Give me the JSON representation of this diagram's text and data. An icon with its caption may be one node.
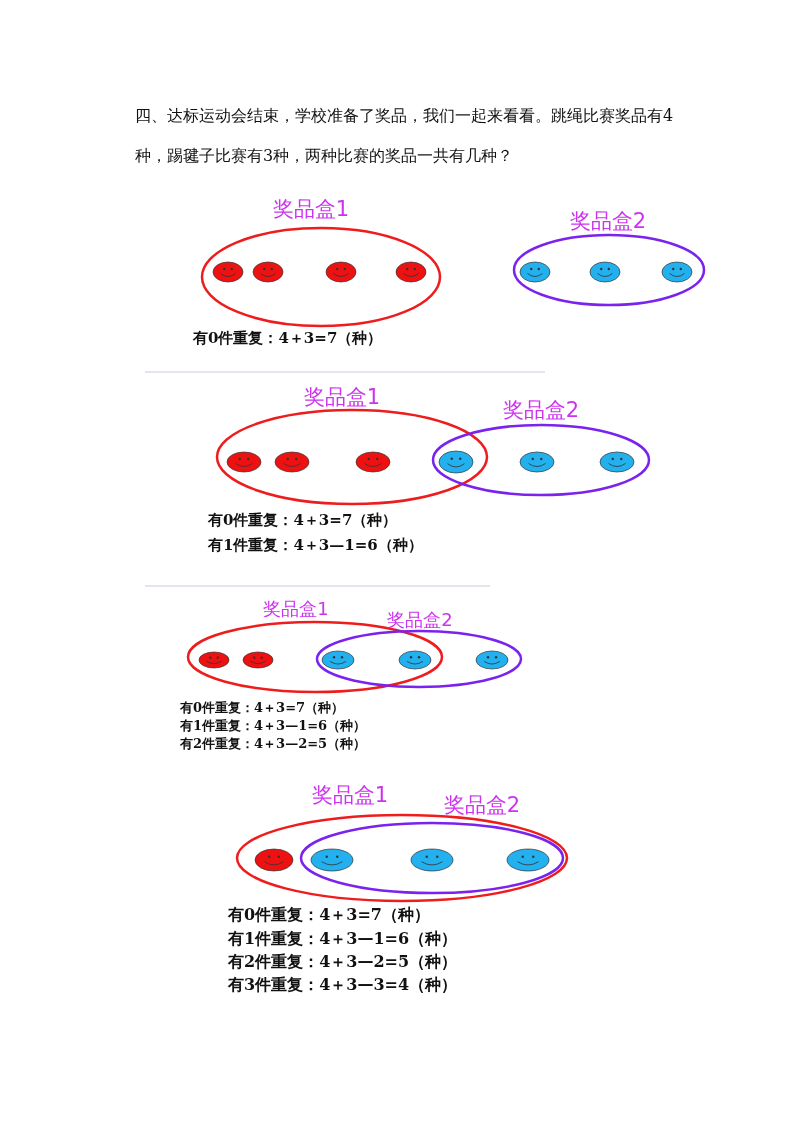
{
  "diagram": {
    "nodes": [
      {
        "text": [
          "奖品盒1"
        ]
      },
      {
        "text": [
          "奖品盒2"
        ]
      },
      {
        "text": [
          "奖品盒1"
        ]
      },
      {
        "text": [
          "奖品盒2"
        ]
      },
      {
        "text": [
          "奖品盒1"
        ]
      },
      {
        "text": [
          "奖品盒2"
        ]
      },
      {
        "text": [
          "奖品盒1"
        ]
      },
      {
        "text": [
          "奖品盒2"
        ],
        "in": 6
      }
    ],
    "labels": [
      "四、达标运动会结束，学校准备了奖品，我们一起来看看。跳绳比赛奖品有4种，踢毽子比赛有3种，两种比赛的奖品一共有几种？",
      "有0件重复：4＋3=7（种）",
      "有0件重复：4＋3=7（种）",
      "有1件重复：4＋3—1=6（种）",
      "有0件重复：4＋3=7（种）",
      "有1件重复：4＋3—1=6（种）",
      "有2件重复：4＋3—2=5（种）",
      "有0件重复：4＋3=7（种）",
      "有1件重复：4＋3—1=6（种）",
      "有2件重复：4＋3—2=5（种）",
      "有3件重复：4＋3—3=4（种）"
    ]
  }
}
